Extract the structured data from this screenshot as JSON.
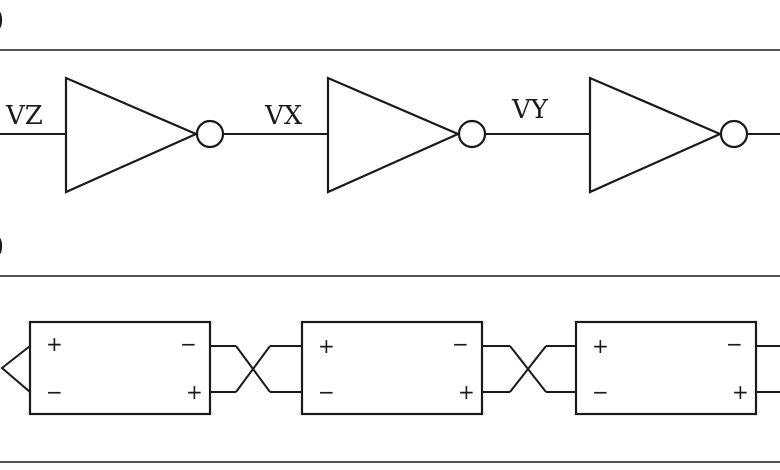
{
  "panel_a": {
    "marker": ")",
    "labels": [
      "VZ",
      "VX",
      "VY"
    ]
  },
  "panel_b": {
    "marker": ")",
    "stages": [
      {
        "top_left": "+",
        "top_right": "−",
        "bottom_left": "−",
        "bottom_right": "+"
      },
      {
        "top_left": "+",
        "top_right": "−",
        "bottom_left": "−",
        "bottom_right": "+"
      },
      {
        "top_left": "+",
        "top_right": "−",
        "bottom_left": "−",
        "bottom_right": "+"
      }
    ]
  },
  "colors": {
    "ink": "#1a1a1a",
    "background": "#ffffff"
  }
}
